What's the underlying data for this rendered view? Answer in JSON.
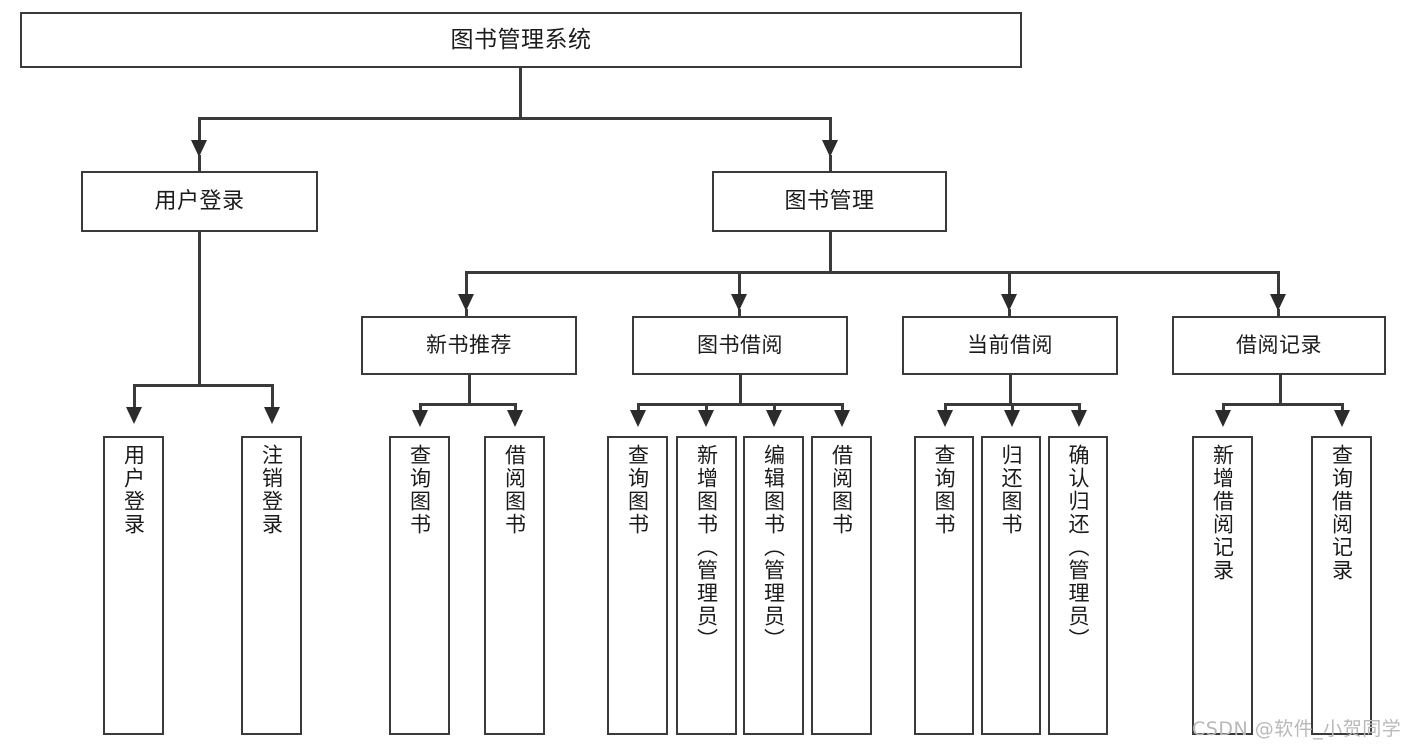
{
  "diagram": {
    "type": "tree",
    "title_node": "图书管理系统",
    "watermark": "CSDN @软件_小贺同学",
    "colors": {
      "box_border": "#3a3a3a",
      "connector": "#3a3a3a",
      "background": "#ffffff",
      "text": "#1b1b1b",
      "watermark": "#b9b9b9"
    },
    "nodes": {
      "root": {
        "label": "图书管理系统"
      },
      "level1": [
        {
          "label": "用户登录"
        },
        {
          "label": "图书管理"
        }
      ],
      "level2": [
        {
          "label": "新书推荐"
        },
        {
          "label": "图书借阅"
        },
        {
          "label": "当前借阅"
        },
        {
          "label": "借阅记录"
        }
      ],
      "leaves": {
        "user_login": [
          {
            "label": "用户登录"
          },
          {
            "label": "注销登录"
          }
        ],
        "new_book": [
          {
            "label": "查询图书"
          },
          {
            "label": "借阅图书"
          }
        ],
        "book_borrow": [
          {
            "label": "查询图书"
          },
          {
            "label": "新增图书（管理员）"
          },
          {
            "label": "编辑图书（管理员）"
          },
          {
            "label": "借阅图书"
          }
        ],
        "current_borrow": [
          {
            "label": "查询图书"
          },
          {
            "label": "归还图书"
          },
          {
            "label": "确认归还（管理员）"
          }
        ],
        "borrow_record": [
          {
            "label": "新增借阅记录"
          },
          {
            "label": "查询借阅记录"
          }
        ]
      }
    }
  }
}
